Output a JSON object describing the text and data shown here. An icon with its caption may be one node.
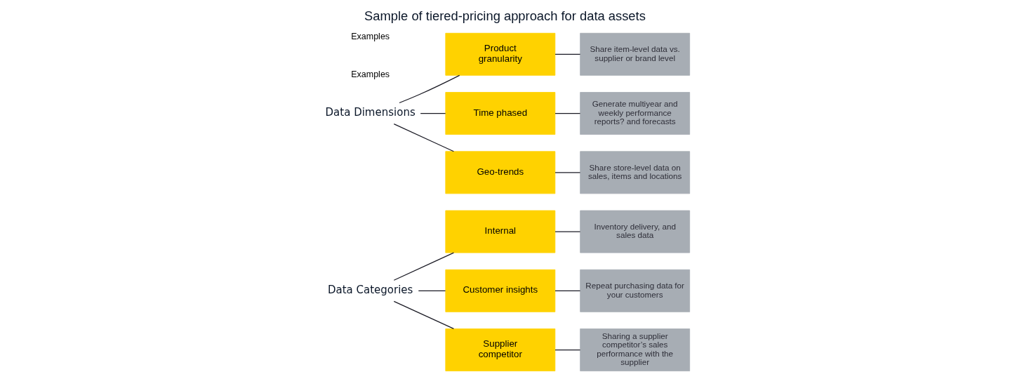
{
  "diagram": {
    "title": "Sample of tiered-pricing approach for data assets",
    "nodes": [
      {
        "text": [
          "Data Categories"
        ]
      },
      {
        "text": [
          "Internal"
        ]
      },
      {
        "text": [
          "Inventory delivery, and sales data"
        ]
      },
      {
        "text": [
          "Customer insights"
        ]
      },
      {
        "text": [
          "Repeat purchasing data for your customers"
        ]
      },
      {
        "text": [
          "Supplier competitor"
        ]
      },
      {
        "text": [
          "Sharing a supplier competitor’s sales performance with the supplier"
        ]
      },
      {
        "text": [
          "Data Dimensions"
        ]
      },
      {
        "text": [
          "Product granularity"
        ]
      },
      {
        "text": [
          "Share item-level data vs. supplier or brand level"
        ]
      },
      {
        "text": [
          "Time phased"
        ]
      },
      {
        "text": [
          "Generate multiyear and weekly performance reports? and forecasts"
        ]
      },
      {
        "text": [
          "Geo-trends"
        ]
      },
      {
        "text": [
          "Share store-level data on sales, items and locations"
        ]
      }
    ],
    "edges": [
      {
        "from": 0,
        "to": 1,
        "arrow": "none"
      },
      {
        "from": 0,
        "to": 3,
        "arrow": "none"
      },
      {
        "from": 0,
        "to": 5,
        "arrow": "none"
      },
      {
        "from": 1,
        "to": 2,
        "arrow": "none"
      },
      {
        "from": 3,
        "to": 4,
        "arrow": "none"
      },
      {
        "from": 5,
        "to": 6,
        "arrow": "none"
      },
      {
        "from": 7,
        "to": 8,
        "arrow": "none"
      },
      {
        "from": 7,
        "to": 10,
        "arrow": "none"
      },
      {
        "from": 7,
        "to": 12,
        "arrow": "none"
      },
      {
        "from": 8,
        "to": 9,
        "arrow": "none"
      },
      {
        "from": 10,
        "to": 11,
        "arrow": "none"
      },
      {
        "from": 12,
        "to": 13,
        "arrow": "none"
      }
    ],
    "labels": [
      "Examples",
      "Examples"
    ]
  }
}
